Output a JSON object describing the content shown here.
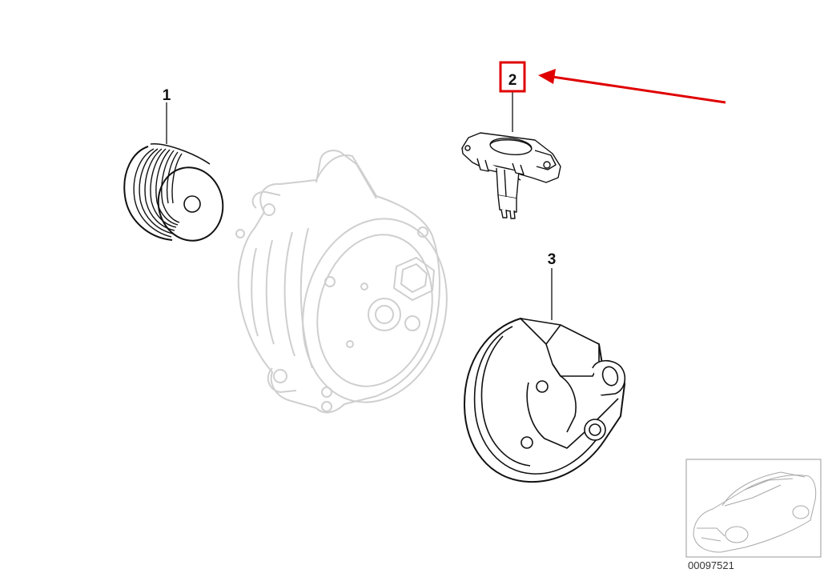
{
  "callouts": {
    "part1": "1",
    "part2": "2",
    "part3": "3"
  },
  "highlight": {
    "target": "2",
    "color": "#e00000"
  },
  "thumbnail": {
    "doc_number": "00097521"
  }
}
